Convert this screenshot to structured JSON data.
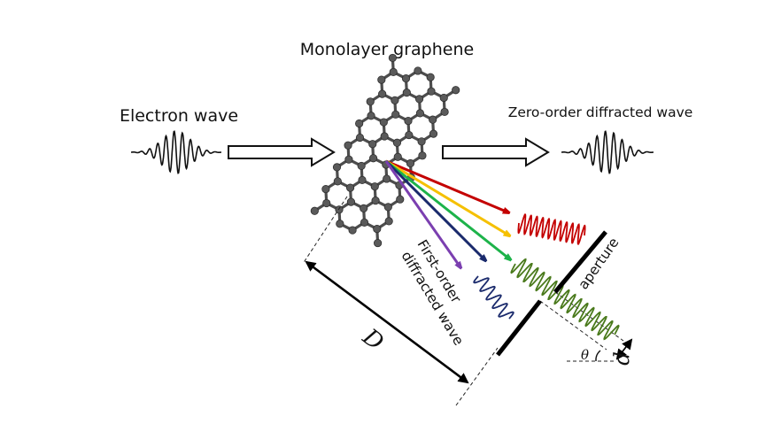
{
  "labels": {
    "electron_wave": "Electron wave",
    "graphene": "Monolayer graphene",
    "zero_order": "Zero-order diffracted wave",
    "first_order_line1": "First-order",
    "first_order_line2": "diffracted wave",
    "aperture": "aperture",
    "distance_D": "D",
    "width_d": "d",
    "angle_theta": "θ"
  },
  "colors": {
    "red": "#c40000",
    "yellow": "#f5c000",
    "green": "#1db34a",
    "navy": "#1a2a6c",
    "purple": "#7b3fb0",
    "olive_wave": "#4a7a1c",
    "blue_wave": "#1a2a6c",
    "carbon": "#555555"
  }
}
